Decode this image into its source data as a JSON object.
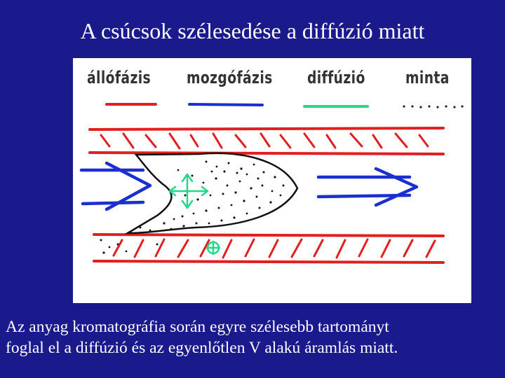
{
  "title": "A csúcsok szélesedése a diffúzió miatt",
  "legend": [
    {
      "label": "állófázis",
      "color": "#e02020"
    },
    {
      "label": "mozgófázis",
      "color": "#1a2fd0"
    },
    {
      "label": "diffúzió",
      "color": "#22d88a"
    },
    {
      "label": "minta",
      "color": "#222222"
    }
  ],
  "caption": {
    "line1": "Az anyag kromatográfia során egyre szélesebb tartományt",
    "line2": "foglal el a diffúzió  és az egyenlőtlen V alakú áramlás miatt."
  },
  "colors": {
    "background": "#1a1a8c",
    "stationary": "#e02020",
    "mobile": "#1a2fd0",
    "diffusion": "#22d88a",
    "sample": "#222222"
  }
}
